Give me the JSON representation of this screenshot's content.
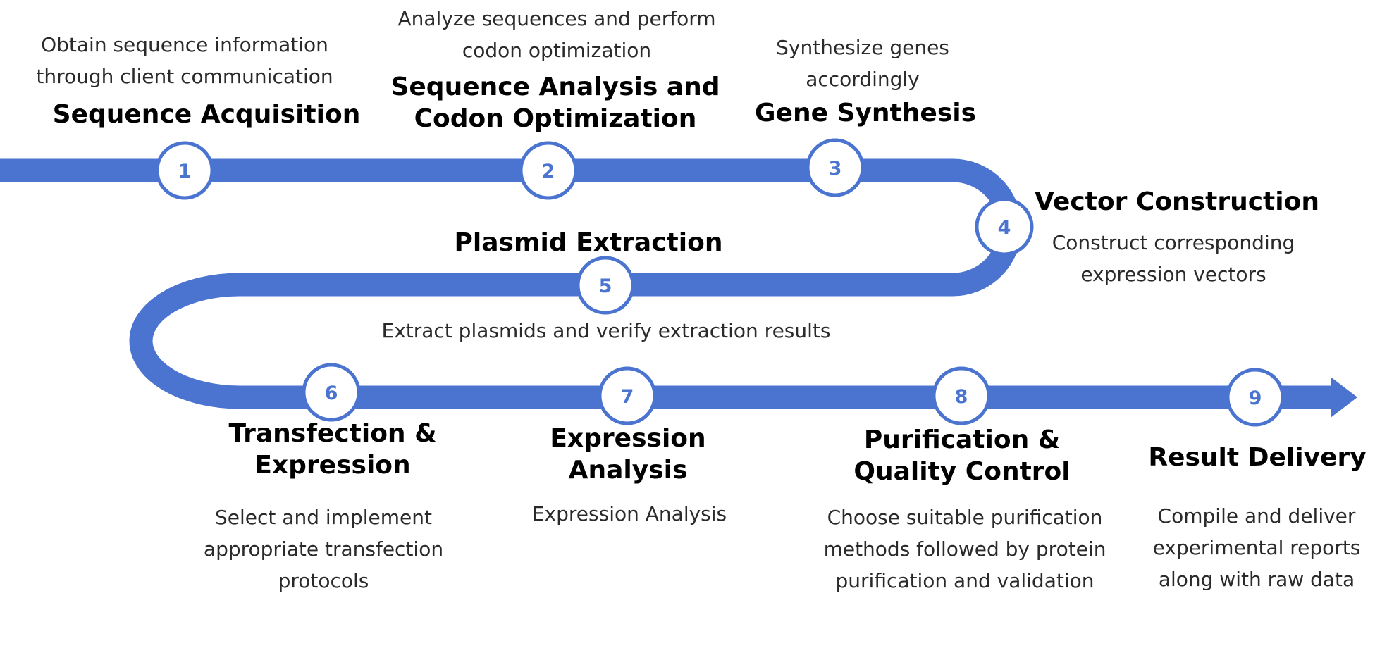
{
  "colors": {
    "path": "#4a74d0",
    "node_fill": "#ffffff",
    "node_stroke": "#4a74d0",
    "number": "#4a74d0"
  },
  "steps": [
    {
      "number": "1",
      "title": [
        "Sequence Acquisition"
      ],
      "description": [
        "Obtain sequence information",
        "through client communication"
      ]
    },
    {
      "number": "2",
      "title": [
        "Sequence Analysis and",
        "Codon Optimization"
      ],
      "description": [
        "Analyze sequences and perform",
        "codon optimization"
      ]
    },
    {
      "number": "3",
      "title": [
        "Gene Synthesis"
      ],
      "description": [
        "Synthesize genes",
        "accordingly"
      ]
    },
    {
      "number": "4",
      "title": [
        "Vector Construction"
      ],
      "description": [
        "Construct corresponding",
        "expression vectors"
      ]
    },
    {
      "number": "5",
      "title": [
        "Plasmid Extraction"
      ],
      "description": [
        "Extract plasmids and verify extraction results"
      ]
    },
    {
      "number": "6",
      "title": [
        "Transfection &",
        "Expression"
      ],
      "description": [
        "Select and implement",
        "appropriate transfection",
        "protocols"
      ]
    },
    {
      "number": "7",
      "title": [
        "Expression",
        "Analysis"
      ],
      "description": [
        "Expression Analysis"
      ]
    },
    {
      "number": "8",
      "title": [
        "Purification &",
        "Quality Control"
      ],
      "description": [
        "Choose suitable purification",
        "methods followed by protein",
        "purification and validation"
      ]
    },
    {
      "number": "9",
      "title": [
        "Result Delivery"
      ],
      "description": [
        "Compile and deliver",
        "experimental reports",
        "along with raw data"
      ]
    }
  ]
}
